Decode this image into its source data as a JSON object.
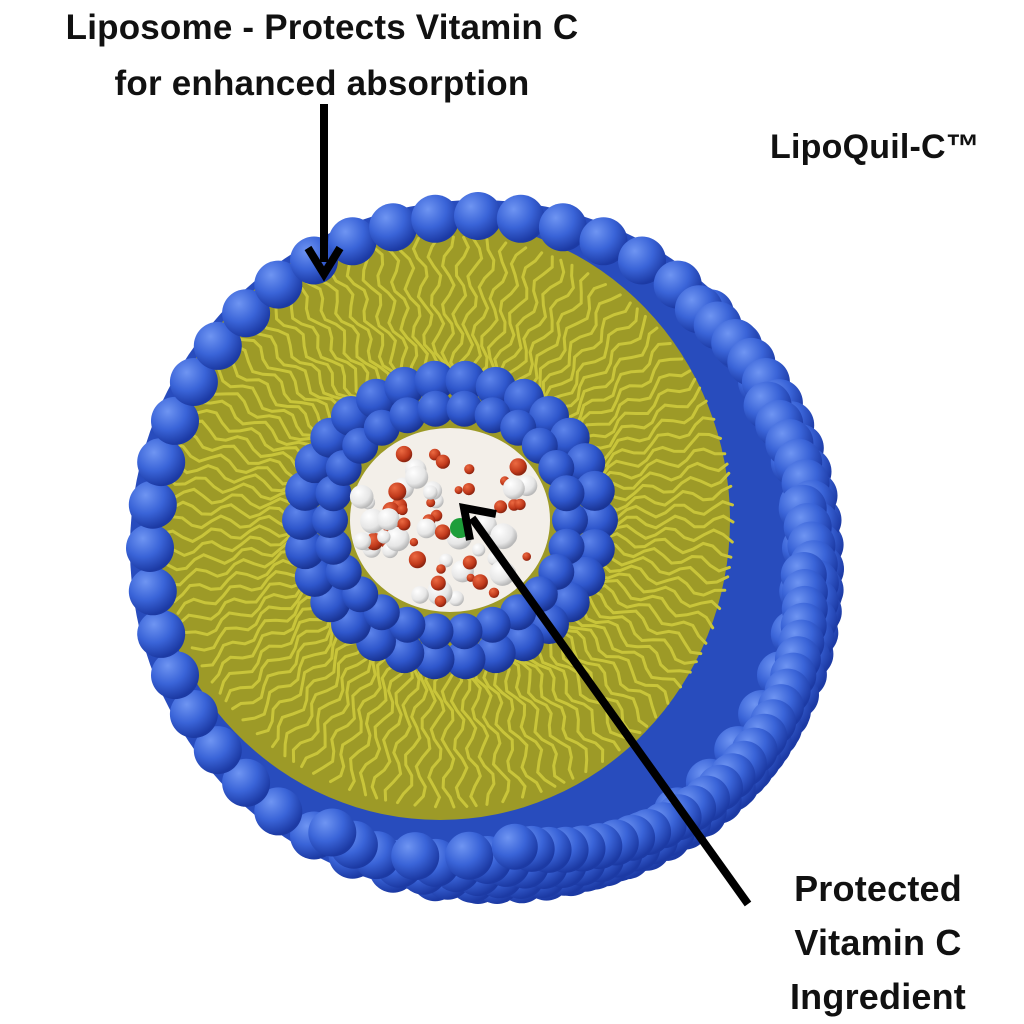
{
  "labels": {
    "liposome_line1": "Liposome - Protects Vitamin C",
    "liposome_line2": "for enhanced absorption",
    "brand": "LipoQuil-C™",
    "vitc_line1": "Protected",
    "vitc_line2": "Vitamin C",
    "vitc_line3": "Ingredient"
  },
  "colors": {
    "outer_heads": "#3a64d8",
    "outer_heads_dark": "#1f3fae",
    "tails": "#b9b52e",
    "inner_heads": "#2f57cc",
    "core": "#f4f0ea",
    "vitc_red": "#c0391b",
    "vitc_white": "#e8e8e8",
    "green_marker": "#1e9e3a",
    "arrow": "#000000"
  },
  "icons": {
    "liposome": "liposome-illustration",
    "arrow_down": "arrow-down-icon",
    "arrow_diag": "arrow-diagonal-icon"
  }
}
